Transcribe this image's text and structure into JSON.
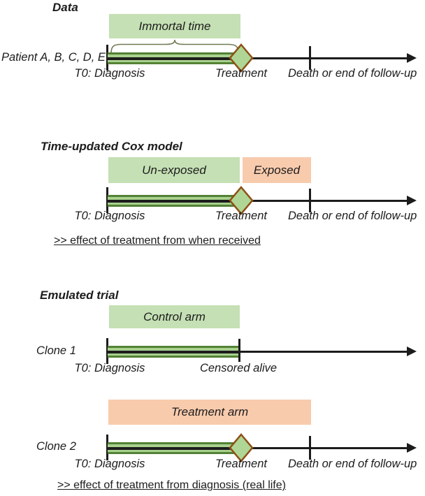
{
  "colors": {
    "light_green": "#C5E0B4",
    "light_orange": "#F8CBAD",
    "bar_green": "#A9D18E",
    "bar_border_green": "#538135",
    "diamond_fill": "#AFD695",
    "diamond_border": "#8E4F15",
    "ink": "#1C1C1C"
  },
  "sections": {
    "data": {
      "title": "Data",
      "immortal_box_label": "Immortal time",
      "row_label": "Patient A, B, C, D, E",
      "t0_label": "T0: Diagnosis",
      "treatment_label": "Treatment",
      "end_label": "Death or end of follow-up"
    },
    "cox": {
      "title": "Time-updated Cox model",
      "unexposed_box_label": "Un-exposed",
      "exposed_box_label": "Exposed",
      "t0_label": "T0: Diagnosis",
      "treatment_label": "Treatment",
      "end_label": "Death or end of follow-up",
      "caption": ">> effect of treatment from when received"
    },
    "trial": {
      "title": "Emulated trial",
      "control_box_label": "Control arm",
      "clone1_label": "Clone 1",
      "clone1_t0_label": "T0: Diagnosis",
      "censored_label": "Censored alive",
      "treatment_box_label": "Treatment arm",
      "clone2_label": "Clone 2",
      "clone2_t0_label": "T0: Diagnosis",
      "clone2_treatment_label": "Treatment",
      "clone2_end_label": "Death or end of follow-up",
      "caption": ">> effect of treatment from diagnosis (real life)"
    }
  }
}
